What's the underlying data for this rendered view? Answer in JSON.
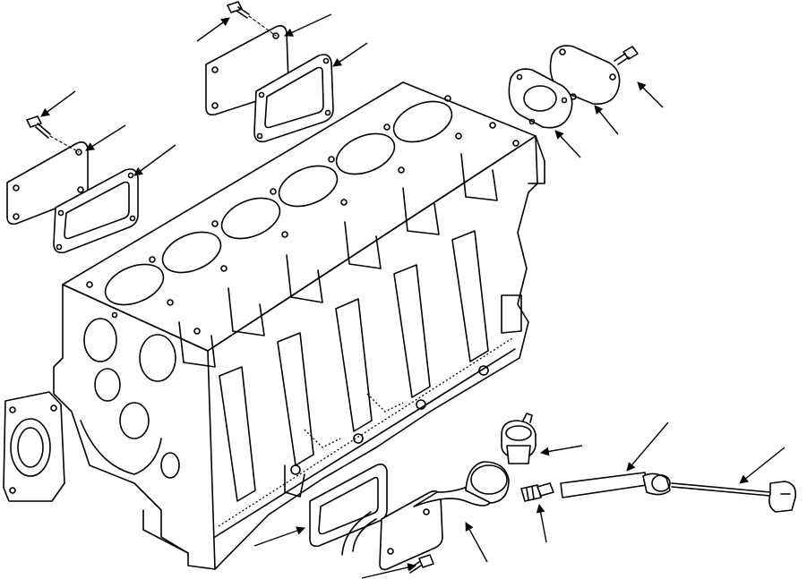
{
  "figure": {
    "subject": "exploded-view",
    "parts": [
      {
        "name": "cylinder-block"
      },
      {
        "name": "side-cover-upper"
      },
      {
        "name": "side-cover-gasket-upper"
      },
      {
        "name": "cover-bolt-upper"
      },
      {
        "name": "side-cover-left"
      },
      {
        "name": "side-cover-gasket-left"
      },
      {
        "name": "cover-bolt-left"
      },
      {
        "name": "round-cover"
      },
      {
        "name": "round-cover-gasket"
      },
      {
        "name": "round-cover-bolt"
      },
      {
        "name": "breather-cap"
      },
      {
        "name": "filler-tube"
      },
      {
        "name": "filler-tube-gasket"
      },
      {
        "name": "filler-tube-bolt"
      },
      {
        "name": "dipstick-guide-tube"
      },
      {
        "name": "dipstick"
      },
      {
        "name": "tube-fitting"
      }
    ],
    "colors": {
      "line": "#000000",
      "background": "#ffffff"
    }
  }
}
